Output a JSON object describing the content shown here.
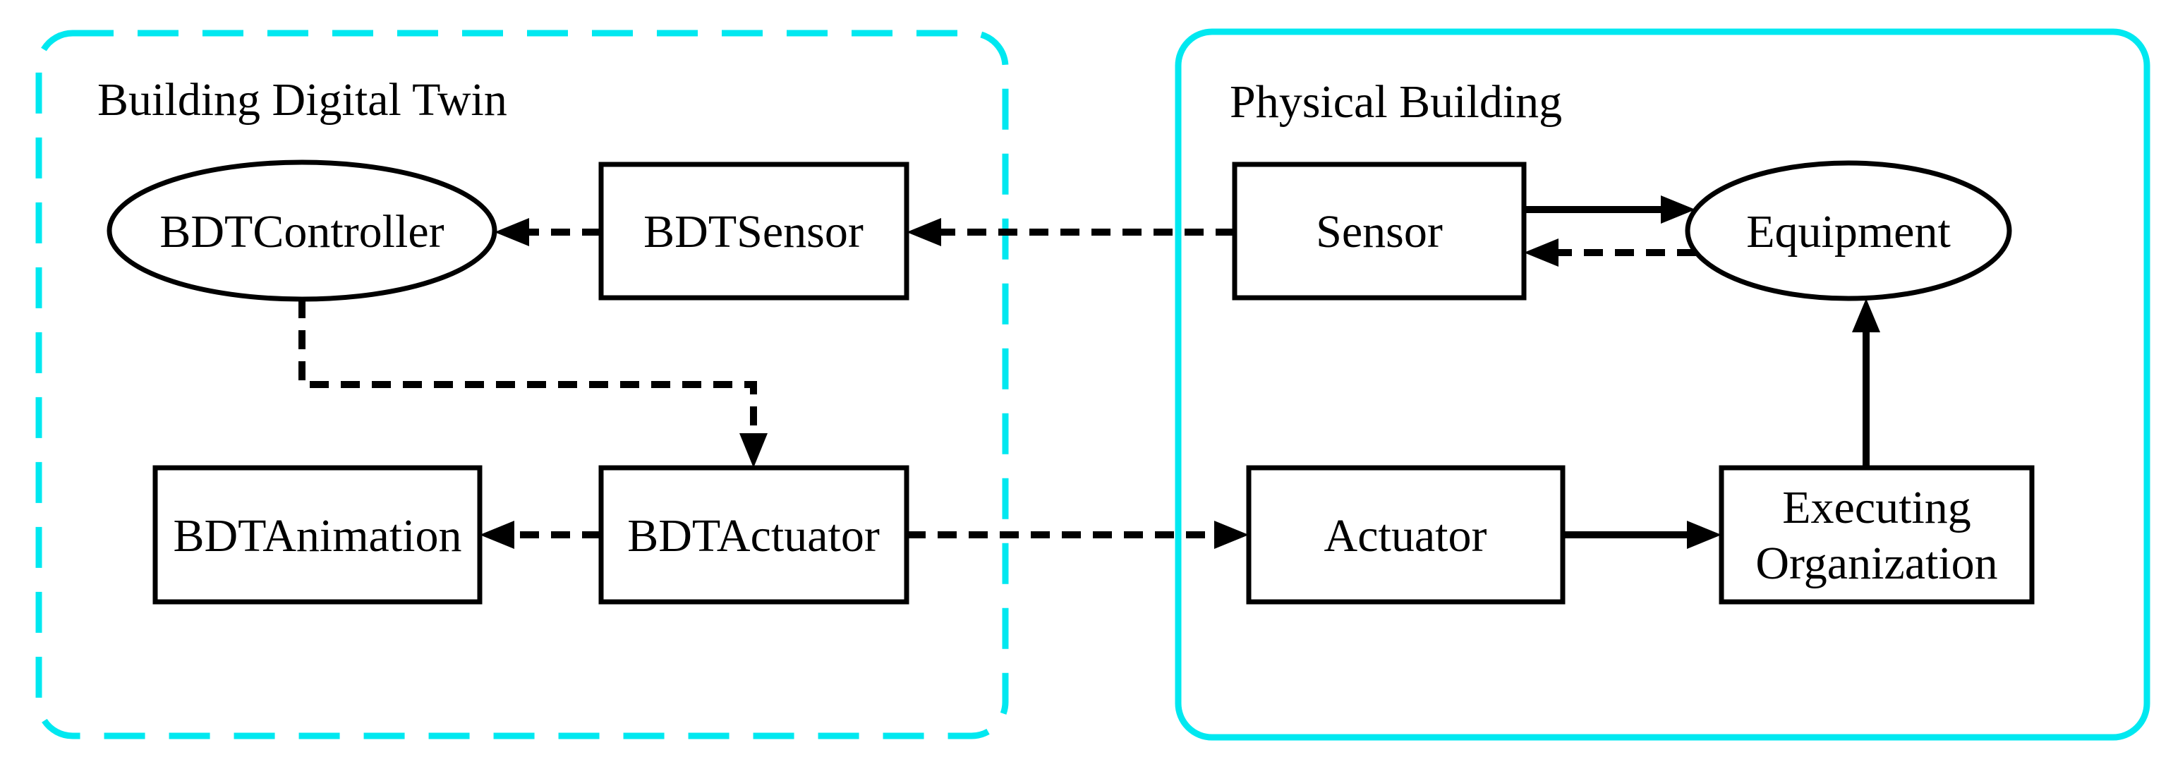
{
  "diagram": {
    "title": "Building Digital Twin / Physical Building diagram",
    "colors": {
      "accent_cyan": "#00E8F0",
      "shape_stroke": "#000000",
      "background": "#FFFFFF",
      "text": "#000000"
    },
    "panels": [
      {
        "id": "building-digital-twin",
        "label": "Building Digital Twin",
        "border_style": "dashed",
        "border_color": "#00E8F0"
      },
      {
        "id": "physical-building",
        "label": "Physical Building",
        "border_style": "solid",
        "border_color": "#00E8F0"
      }
    ],
    "nodes": [
      {
        "id": "bdt-controller",
        "label": "BDTController",
        "shape": "ellipse",
        "panel": "Building Digital Twin"
      },
      {
        "id": "bdt-sensor",
        "label": "BDTSensor",
        "shape": "rect",
        "panel": "Building Digital Twin"
      },
      {
        "id": "bdt-animation",
        "label": "BDTAnimation",
        "shape": "rect",
        "panel": "Building Digital Twin"
      },
      {
        "id": "bdt-actuator",
        "label": "BDTActuator",
        "shape": "rect",
        "panel": "Building Digital Twin"
      },
      {
        "id": "sensor",
        "label": "Sensor",
        "shape": "rect",
        "panel": "Physical Building"
      },
      {
        "id": "equipment",
        "label": "Equipment",
        "shape": "ellipse",
        "panel": "Physical Building"
      },
      {
        "id": "actuator",
        "label": "Actuator",
        "shape": "rect",
        "panel": "Physical Building"
      },
      {
        "id": "executing-organization",
        "label": "Executing Organization",
        "lines": [
          "Executing",
          "Organization"
        ],
        "shape": "rect",
        "panel": "Physical Building"
      }
    ],
    "edges": [
      {
        "from": "BDTSensor",
        "to": "BDTController",
        "style": "dashed"
      },
      {
        "from": "Sensor",
        "to": "BDTSensor",
        "style": "dashed"
      },
      {
        "from": "Sensor",
        "to": "Equipment",
        "style": "solid"
      },
      {
        "from": "Equipment",
        "to": "Sensor",
        "style": "dashed"
      },
      {
        "from": "BDTController",
        "to": "BDTActuator",
        "style": "dashed"
      },
      {
        "from": "BDTActuator",
        "to": "BDTAnimation",
        "style": "dashed"
      },
      {
        "from": "BDTActuator",
        "to": "Actuator",
        "style": "dashed"
      },
      {
        "from": "Actuator",
        "to": "Executing Organization",
        "style": "solid"
      },
      {
        "from": "Executing Organization",
        "to": "Equipment",
        "style": "solid"
      }
    ]
  }
}
